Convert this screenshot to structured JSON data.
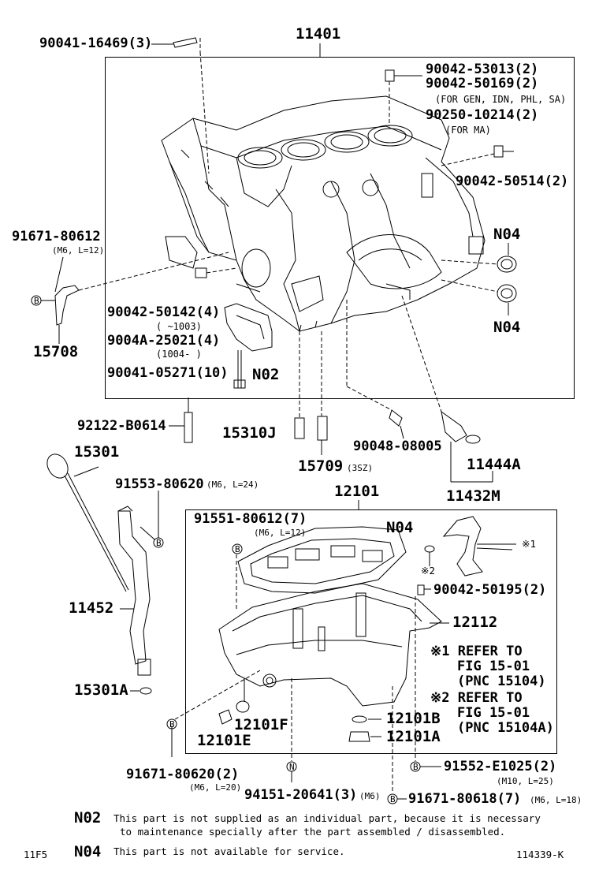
{
  "group_titles": {
    "block": "11401",
    "pan": "12101"
  },
  "block_parts": {
    "stud": "90041-16469(3)",
    "plug_a": "90042-53013(2)",
    "plug_b": "90042-50169(2)",
    "plug_ab_note": "(FOR GEN, IDN, PHL, SA)",
    "plug_c": "90250-10214(2)",
    "plug_c_note": "(FOR MA)",
    "plug_right": "90042-50514(2)",
    "bolt_left": "91671-80612",
    "bolt_left_spec": "(M6, L=12)",
    "guide": "15708",
    "n04_top": "N04",
    "n04_bottom": "N04",
    "plug_lower": "90042-50142(4)",
    "plug_lower_note": "(      ~1003)",
    "pin": "9004A-25021(4)",
    "pin_note": "(1004-      )",
    "stud_lower": "90041-05271(10)",
    "n02": "N02"
  },
  "outside_parts": {
    "sleeve": "92122-B0614",
    "valve": "15310J",
    "jet": "15709",
    "jet_note": "(3SZ)",
    "sensor": "90048-08005",
    "oring": "11444A",
    "pipe": "11432M",
    "gauge": "15301",
    "bolt_guide": "91553-80620",
    "bolt_guide_spec": "(M6, L=24)",
    "guide_tube": "11452",
    "gauge_oring": "15301A"
  },
  "pan_parts": {
    "bolt_flange": "91551-80612(7)",
    "bolt_flange_spec": "(M6, L=12)",
    "n04": "N04",
    "ref1_mark": "※1",
    "ref2_mark": "※2",
    "plug": "90042-50195(2)",
    "pan_no2": "12112",
    "ref1_a": "※1  REFER TO",
    "ref1_b": "FIG 15-01",
    "ref1_c": "(PNC 15104)",
    "ref2_a": "※2  REFER TO",
    "ref2_b": "FIG 15-01",
    "ref2_c": "(PNC 15104A)",
    "gasket_f": "12101F",
    "drain_e": "12101E",
    "gasket_b": "12101B",
    "drain_a": "12101A"
  },
  "bottom_parts": {
    "bolt_a": "91671-80620(2)",
    "bolt_a_spec": "(M6, L=20)",
    "nut": "94151-20641(3)",
    "nut_spec": "(M6)",
    "bolt_b": "91552-E1025(2)",
    "bolt_b_spec": "(M10, L=25)",
    "bolt_c": "91671-80618(7)",
    "bolt_c_spec": "(M6, L=18)"
  },
  "markers": {
    "b": "B",
    "n": "N"
  },
  "notes": [
    {
      "code": "N02",
      "text_1": "This part is not supplied as an individual part, because it is necessary",
      "text_2": "to maintenance specially after the part assembled / disassembled."
    },
    {
      "code": "N04",
      "text_1": "This part is not available for service."
    }
  ],
  "footer": {
    "left": "11F5",
    "right": "114339-K"
  }
}
